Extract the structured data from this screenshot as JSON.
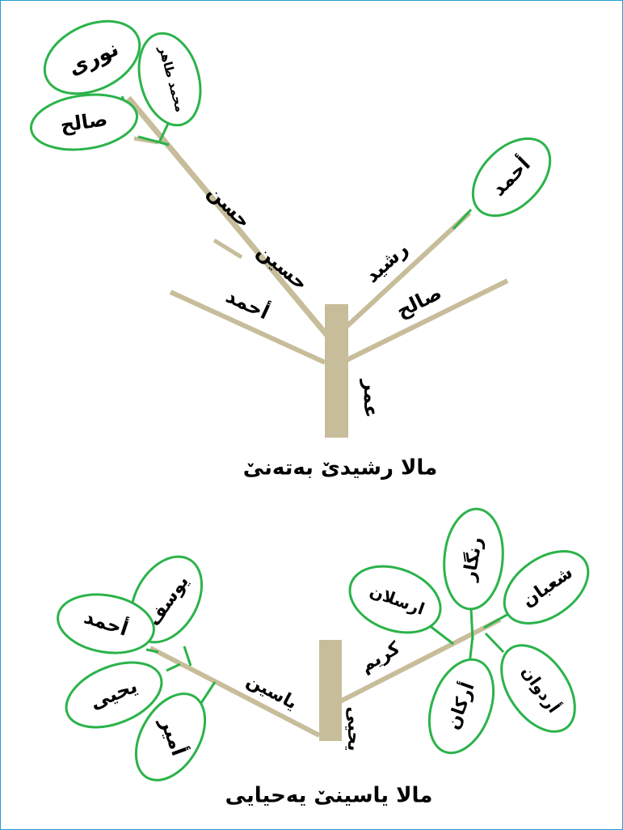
{
  "colors": {
    "branch": "#c7bd9b",
    "leaf_outline": "#2bb34a",
    "frame": "#21a0d2"
  },
  "tree1": {
    "title": "مالا رشيدیٚ بەتەنیٚ",
    "trunk_label": "عمر",
    "branch_labels": {
      "left_low": "أحمد",
      "left_mid": "حسين",
      "left_high": "حسن",
      "right_mid": "رشيد",
      "right_low": "صالح"
    },
    "leaves": {
      "top_left": "نوری",
      "top_mid": "محمد طاهر",
      "lower_left": "صالح",
      "right": "أحمد"
    }
  },
  "tree2": {
    "title": "مالا یاسینیٚ یەحیایی",
    "trunk_label": "يحيى",
    "branch_labels": {
      "left": "ياسين",
      "right": "كريم"
    },
    "left_leaves": {
      "a": "يوسف",
      "b": "أحمد",
      "c": "يحيى",
      "d": "أمير"
    },
    "right_leaves": {
      "a": "رنگار",
      "b": "ارسلان",
      "c": "شعبان",
      "d": "أردوان",
      "e": "أركان"
    }
  }
}
